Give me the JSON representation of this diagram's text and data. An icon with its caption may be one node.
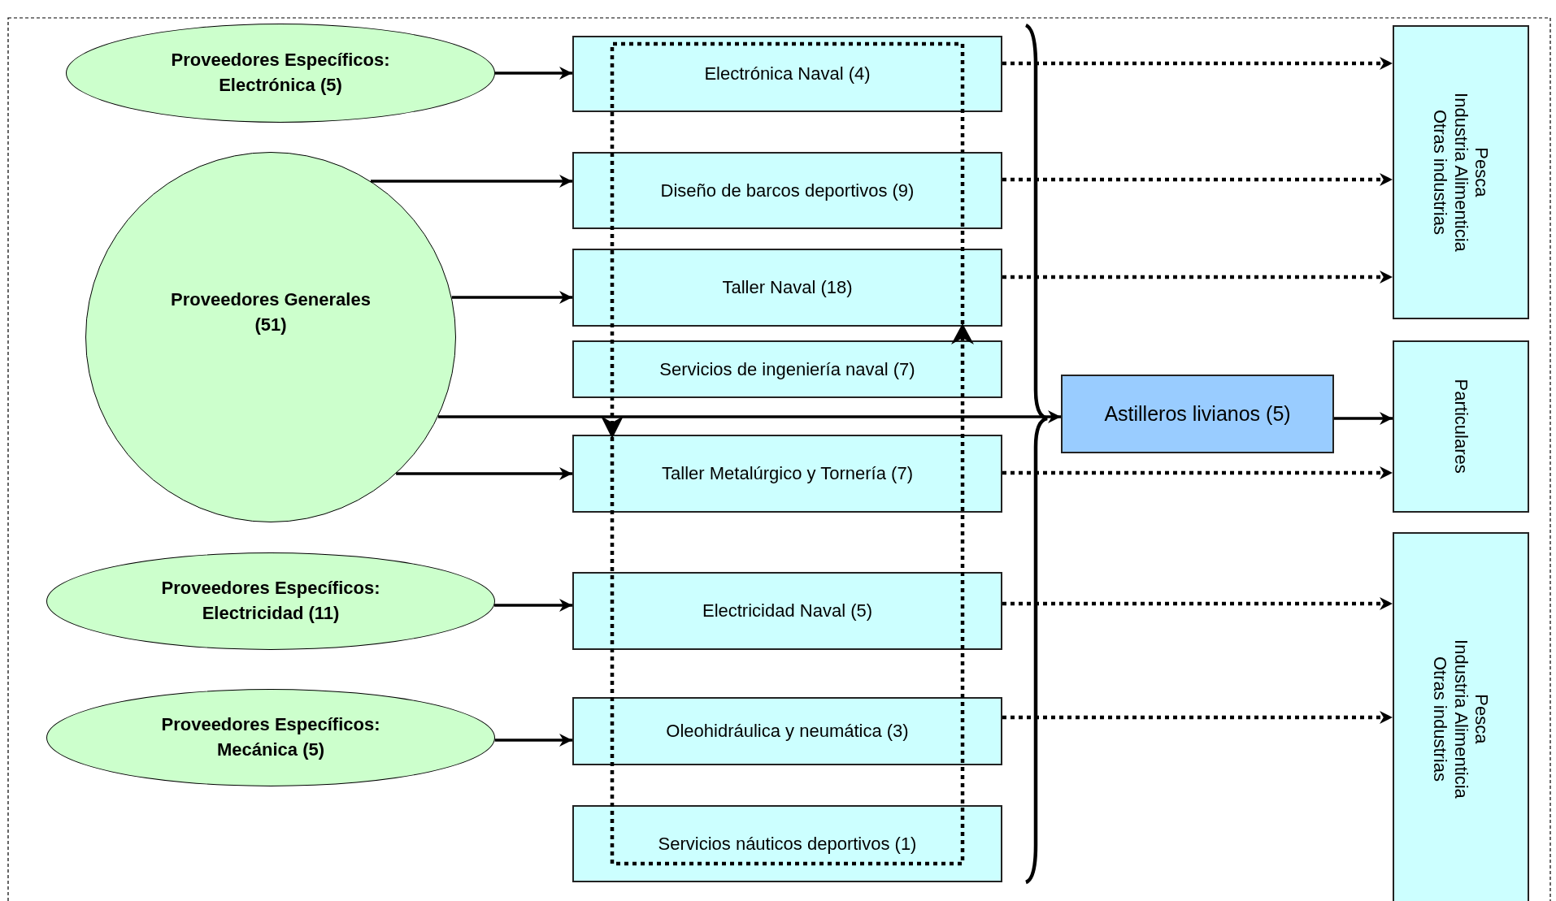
{
  "diagram": {
    "nodes": [
      {
        "text": [
          "Proveedores Específicos: Electrónica (5)"
        ]
      },
      {
        "text": [
          "Proveedores Generales (51)"
        ]
      },
      {
        "text": [
          "Proveedores Específicos: Electricidad (11)"
        ]
      },
      {
        "text": [
          "Proveedores Específicos: Mecánica (5)"
        ]
      },
      {
        "text": [
          "Electrónica Naval (4)"
        ]
      },
      {
        "text": [
          "Diseño de barcos deportivos (9)"
        ]
      },
      {
        "text": [
          "Taller Naval (18)"
        ]
      },
      {
        "text": [
          "Servicios de ingeniería naval (7)"
        ]
      },
      {
        "text": [
          "Taller Metalúrgico y Tornería (7)"
        ]
      },
      {
        "text": [
          "Electricidad Naval (5)"
        ]
      },
      {
        "text": [
          "Oleohidráulica y neumática (3)"
        ]
      },
      {
        "text": [
          "Servicios náuticos deportivos (1)"
        ]
      },
      {
        "text": [
          "Astilleros livianos (5)"
        ]
      },
      {
        "text": [
          "Pesca",
          "Industria Alimenticia",
          "Otras industrias"
        ]
      },
      {
        "text": [
          "Particulares"
        ]
      },
      {
        "text": [
          "Pesca",
          "Industria Alimenticia",
          "Otras industrias"
        ]
      }
    ],
    "edges": [
      {
        "from": 0,
        "to": 4,
        "arrow": "to"
      },
      {
        "from": 1,
        "to": 5,
        "arrow": "to"
      },
      {
        "from": 1,
        "to": 6,
        "arrow": "to"
      },
      {
        "from": 1,
        "to": 12,
        "arrow": "to"
      },
      {
        "from": 1,
        "to": 8,
        "arrow": "to"
      },
      {
        "from": 2,
        "to": 9,
        "arrow": "to"
      },
      {
        "from": 3,
        "to": 10,
        "arrow": "to"
      },
      {
        "from": 4,
        "to": 13,
        "arrow": "to",
        "style": "dashed"
      },
      {
        "from": 5,
        "to": 13,
        "arrow": "to",
        "style": "dashed"
      },
      {
        "from": 6,
        "to": 13,
        "arrow": "to",
        "style": "dashed"
      },
      {
        "from": 8,
        "to": 14,
        "arrow": "to",
        "style": "dashed"
      },
      {
        "from": 9,
        "to": 15,
        "arrow": "to",
        "style": "dashed"
      },
      {
        "from": 10,
        "to": 15,
        "arrow": "to",
        "style": "dashed"
      },
      {
        "from": 12,
        "to": 14,
        "arrow": "to"
      }
    ]
  }
}
